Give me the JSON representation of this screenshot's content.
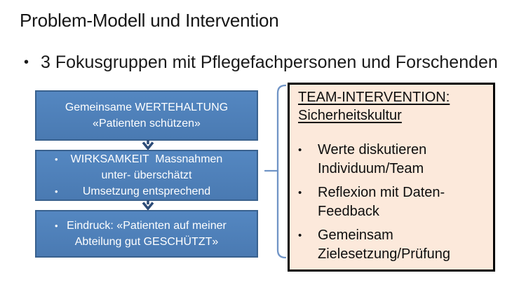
{
  "slide": {
    "title": "Problem-Modell und Intervention",
    "lead_bullet": "3 Fokusgruppen mit Pflegefachpersonen und Forschenden"
  },
  "glyphs": {
    "bullet": "•"
  },
  "flow": {
    "box1": {
      "line1": "Gemeinsame WERTEHALTUNG",
      "line2": "«Patienten schützen»"
    },
    "box2": {
      "item1_line1": "WIRKSAMKEIT  Massnahmen",
      "item1_line2": "unter- überschätzt",
      "item2": "Umsetzung entsprechend"
    },
    "box3": {
      "item1_line1": "Eindruck: «Patienten auf meiner",
      "item1_line2": "Abteilung gut GESCHÜTZT»"
    }
  },
  "intervention": {
    "heading_line1": "TEAM-INTERVENTION:",
    "heading_line2": "Sicherheitskultur",
    "items": [
      {
        "line1": "Werte diskutieren",
        "line2": "Individuum/Team"
      },
      {
        "line1": "Reflexion mit Daten-",
        "line2": "Feedback"
      },
      {
        "line1": "Gemeinsam",
        "line2": "Zielesetzung/Prüfung"
      }
    ]
  },
  "colors": {
    "box_fill": "#4f81bd",
    "box_border": "#39618e",
    "box_text": "#ffffff",
    "arrow": "#2d4c78",
    "brace": "#7094c6",
    "panel_fill": "#fce9db",
    "panel_border": "#000000",
    "text": "#111111"
  }
}
